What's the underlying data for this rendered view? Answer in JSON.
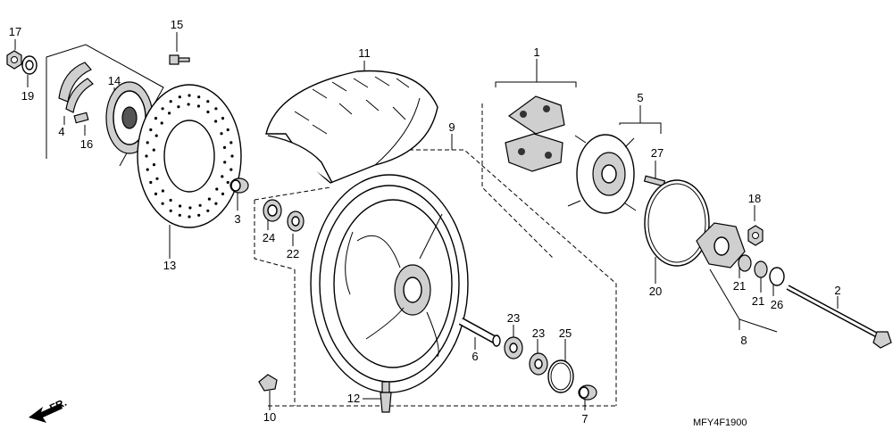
{
  "diagram": {
    "reference_code": "MFY4F1900",
    "direction_label": "FR.",
    "callouts": [
      {
        "id": "c1",
        "text": "1"
      },
      {
        "id": "c2",
        "text": "2"
      },
      {
        "id": "c3",
        "text": "3"
      },
      {
        "id": "c4",
        "text": "4"
      },
      {
        "id": "c5",
        "text": "5"
      },
      {
        "id": "c6",
        "text": "6"
      },
      {
        "id": "c7",
        "text": "7"
      },
      {
        "id": "c8",
        "text": "8"
      },
      {
        "id": "c9",
        "text": "9"
      },
      {
        "id": "c10",
        "text": "10"
      },
      {
        "id": "c11",
        "text": "11"
      },
      {
        "id": "c12",
        "text": "12"
      },
      {
        "id": "c13",
        "text": "13"
      },
      {
        "id": "c14",
        "text": "14"
      },
      {
        "id": "c15",
        "text": "15"
      },
      {
        "id": "c16",
        "text": "16"
      },
      {
        "id": "c17",
        "text": "17"
      },
      {
        "id": "c18",
        "text": "18"
      },
      {
        "id": "c19",
        "text": "19"
      },
      {
        "id": "c20",
        "text": "20"
      },
      {
        "id": "c21a",
        "text": "21"
      },
      {
        "id": "c21b",
        "text": "21"
      },
      {
        "id": "c22",
        "text": "22"
      },
      {
        "id": "c23a",
        "text": "23"
      },
      {
        "id": "c23b",
        "text": "23"
      },
      {
        "id": "c24",
        "text": "24"
      },
      {
        "id": "c25",
        "text": "25"
      },
      {
        "id": "c26",
        "text": "26"
      },
      {
        "id": "c27",
        "text": "27"
      }
    ]
  }
}
